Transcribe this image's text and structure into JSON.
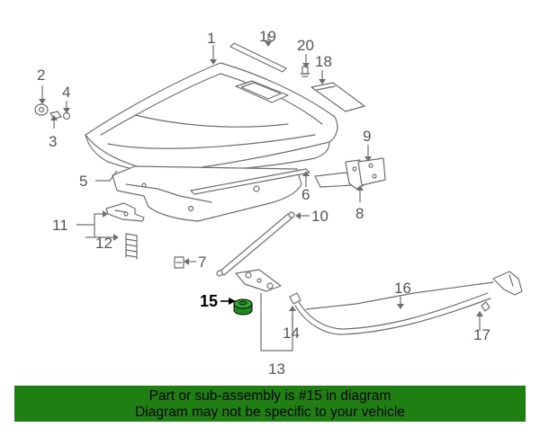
{
  "callouts": {
    "c1": "1",
    "c2": "2",
    "c3": "3",
    "c4": "4",
    "c5": "5",
    "c6": "6",
    "c7": "7",
    "c8": "8",
    "c9": "9",
    "c10": "10",
    "c11": "11",
    "c12": "12",
    "c13": "13",
    "c14": "14",
    "c15": "15",
    "c16": "16",
    "c17": "17",
    "c18": "18",
    "c19": "19",
    "c20": "20"
  },
  "banner": {
    "line1": "Part or sub-assembly is #15 in diagram",
    "line2": "Diagram may not be specific to your vehicle"
  },
  "colors": {
    "banner_bg": "#1f7f12",
    "highlight_part": "#1e8a1e",
    "line": "#6e6e6e"
  }
}
